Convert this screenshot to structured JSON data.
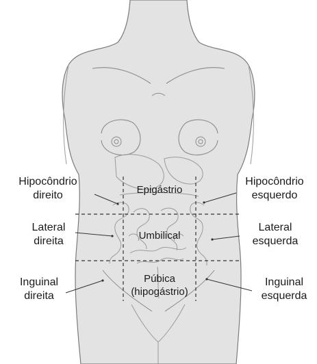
{
  "regions": {
    "right_hypochondrium": [
      "Hipocôndrio",
      "direito"
    ],
    "left_hypochondrium": [
      "Hipocôndrio",
      "esquerdo"
    ],
    "epigastrium": "Epigástrio",
    "right_lateral": [
      "Lateral",
      "direita"
    ],
    "left_lateral": [
      "Lateral",
      "esquerda"
    ],
    "umbilical": "Umbilical",
    "right_inguinal": [
      "Inguinal",
      "direita"
    ],
    "left_inguinal": [
      "Inguinal",
      "esquerda"
    ],
    "pubic": [
      "Púbica",
      "(hipogástrio)"
    ]
  },
  "colors": {
    "skin_fill": "#e3e3e3",
    "outline": "#7a7a7a",
    "organ_line": "#9a9a9a",
    "divider": "#333333",
    "text": "#1a1a1a"
  }
}
